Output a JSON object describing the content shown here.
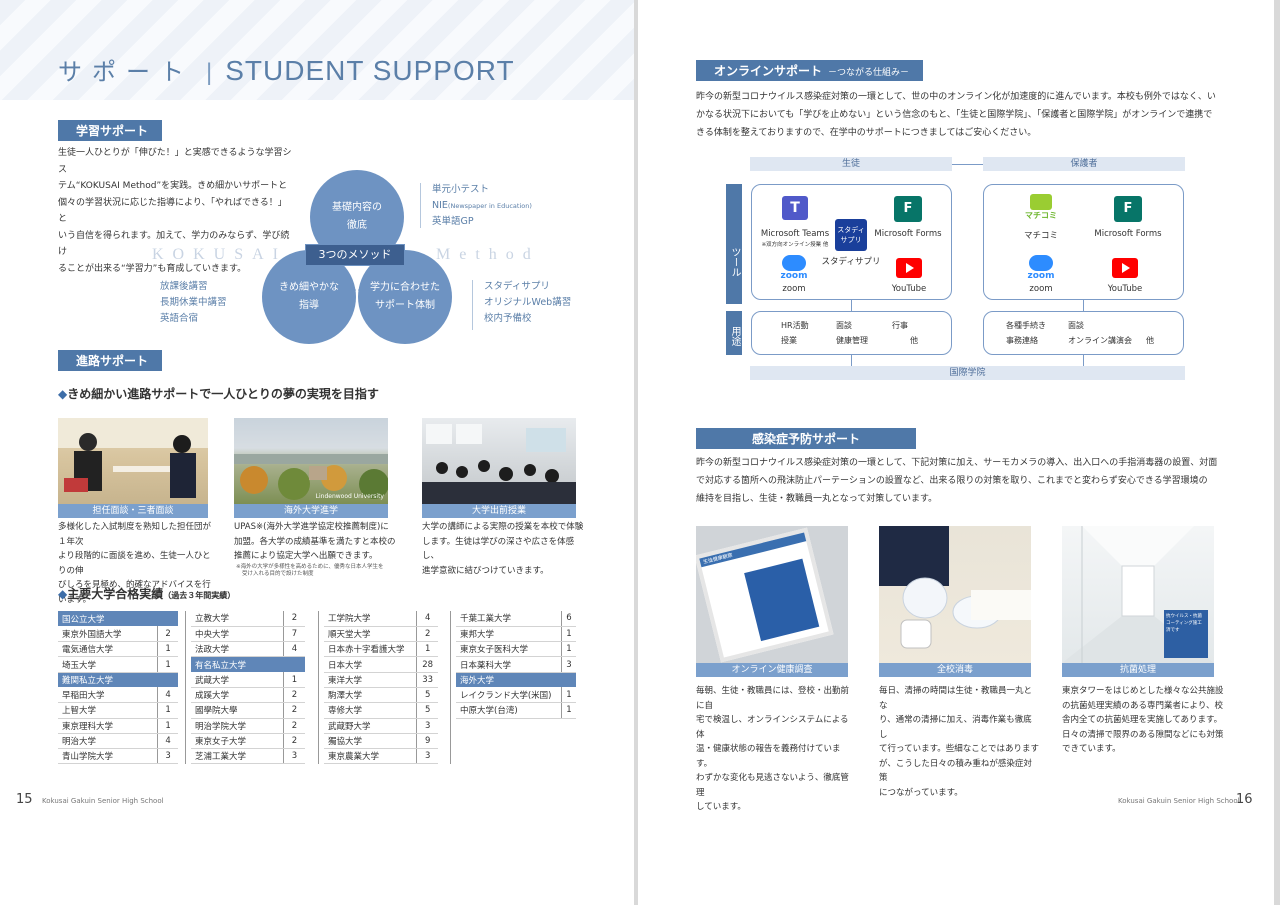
{
  "left": {
    "title_jp": "サポート",
    "title_sep": "|",
    "title_en": "STUDENT SUPPORT",
    "study": {
      "heading": "学習サポート",
      "body": [
        "生徒一人ひとりが「伸びた！」と実感できるような学習シス",
        "テム“KOKUSAI Method”を実践。きめ細かいサポートと",
        "個々の学習状況に応じた指導により、「やればできる！」と",
        "いう自信を得られます。加えて、学力のみならず、学び続け",
        "ることが出来る“学習力”も育成していきます。"
      ],
      "circle_top": [
        "基礎内容の",
        "徹底"
      ],
      "circle_left": [
        "きめ細やかな",
        "指導"
      ],
      "circle_right": [
        "学力に合わせた",
        "サポート体制"
      ],
      "method": "3つのメソッド",
      "wm_left": "KOKUSAI",
      "wm_right": "Method",
      "list_top": [
        "単元小テスト",
        "NIE",
        "(Newspaper in Education)",
        "英単語GP"
      ],
      "list_left": [
        "放課後講習",
        "長期休業中講習",
        "英語合宿"
      ],
      "list_right": [
        "スタディサプリ",
        "オリジナルWeb講習",
        "校内予備校"
      ]
    },
    "career": {
      "heading": "進路サポート",
      "sub": "きめ細かい進路サポートで一人ひとりの夢の実現を目指す",
      "photos": [
        {
          "caption": "担任面談・三者面談",
          "text": [
            "多様化した入試制度を熟知した担任団が１年次",
            "より段階的に面談を進め、生徒一人ひとりの伸",
            "びしろを見極め、的確なアドバイスを行います。"
          ]
        },
        {
          "caption": "海外大学進学",
          "text": [
            "UPAS※(海外大学進学協定校推薦制度)に",
            "加盟。各大学の成績基準を満たすと本校の",
            "推薦により協定大学へ出願できます。"
          ],
          "note": [
            "※海外の大学が多様性を高めるために、優秀な日本人学生を",
            "受け入れる目的で設けた制度"
          ],
          "watermark": "Lindenwood University"
        },
        {
          "caption": "大学出前授業",
          "text": [
            "大学の講師による実際の授業を本校で体験",
            "します。生徒は学びの深さや広さを体感し、",
            "進学意欲に結びつけていきます。"
          ]
        }
      ]
    },
    "results": {
      "heading": "主要大学合格実績",
      "heading_small": "（過去３年間実績）",
      "col1": [
        {
          "h": "国公立大学"
        },
        {
          "name": "東京外国語大学",
          "n": "2"
        },
        {
          "name": "電気通信大学",
          "n": "1"
        },
        {
          "name": "埼玉大学",
          "n": "1"
        },
        {
          "h": "難関私立大学"
        },
        {
          "name": "早稲田大学",
          "n": "4"
        },
        {
          "name": "上智大学",
          "n": "1"
        },
        {
          "name": "東京理科大学",
          "n": "1"
        },
        {
          "name": "明治大学",
          "n": "4"
        },
        {
          "name": "青山学院大学",
          "n": "3"
        }
      ],
      "col2": [
        {
          "name": "立教大学",
          "n": "2"
        },
        {
          "name": "中央大学",
          "n": "7"
        },
        {
          "name": "法政大学",
          "n": "4"
        },
        {
          "h": "有名私立大学"
        },
        {
          "name": "武蔵大学",
          "n": "1"
        },
        {
          "name": "成蹊大学",
          "n": "2"
        },
        {
          "name": "國學院大學",
          "n": "2"
        },
        {
          "name": "明治学院大学",
          "n": "2"
        },
        {
          "name": "東京女子大学",
          "n": "2"
        },
        {
          "name": "芝浦工業大学",
          "n": "3"
        }
      ],
      "col3": [
        {
          "name": "工学院大学",
          "n": "4"
        },
        {
          "name": "順天堂大学",
          "n": "2"
        },
        {
          "name": "日本赤十字看護大学",
          "n": "1"
        },
        {
          "name": "日本大学",
          "n": "28"
        },
        {
          "name": "東洋大学",
          "n": "33"
        },
        {
          "name": "駒澤大学",
          "n": "5"
        },
        {
          "name": "専修大学",
          "n": "5"
        },
        {
          "name": "武蔵野大学",
          "n": "3"
        },
        {
          "name": "獨協大学",
          "n": "9"
        },
        {
          "name": "東京農業大学",
          "n": "3"
        }
      ],
      "col4": [
        {
          "name": "千葉工業大学",
          "n": "6"
        },
        {
          "name": "東邦大学",
          "n": "1"
        },
        {
          "name": "東京女子医科大学",
          "n": "1"
        },
        {
          "name": "日本薬科大学",
          "n": "3"
        },
        {
          "h": "海外大学"
        },
        {
          "name": "レイクランド大学(米国)",
          "n": "1"
        },
        {
          "name": "中原大学(台湾)",
          "n": "1"
        }
      ]
    },
    "page_num": "15",
    "footer": "Kokusai Gakuin Senior High School"
  },
  "right": {
    "online": {
      "heading": "オンラインサポート",
      "heading_sub": "－つながる仕組み－",
      "body": [
        "昨今の新型コロナウイルス感染症対策の一環として、世の中のオンライン化が加速度的に進んでいます。本校も例外ではなく、い",
        "かなる状況下においても「学びを止めない」という信念のもと、「生徒と国際学院」、「保護者と国際学院」がオンラインで連携で",
        "きる体制を整えておりますので、在学中のサポートにつきましてはご安心ください。"
      ],
      "diagram": {
        "student": "生徒",
        "parent": "保護者",
        "tool_label": "ツール",
        "use_label": "用途",
        "school": "国際学院",
        "teams": "Microsoft Teams",
        "teams_note": "※双方向オンライン授業 他",
        "studysapuri_icon": "スタディサプリ",
        "studysapuri": "スタディサプリ",
        "forms": "Microsoft Forms",
        "zoom": "zoom",
        "zoom_logo": "zoom",
        "youtube": "YouTube",
        "machicomi": "マチコミ",
        "machicomi_logo": "マチコミ",
        "forms2": "Microsoft Forms",
        "zoom2": "zoom",
        "zoom2_logo": "zoom",
        "youtube2": "YouTube",
        "use_student": [
          [
            "HR活動",
            "面談",
            "行事"
          ],
          [
            "授業",
            "健康管理",
            "他"
          ]
        ],
        "use_parent": [
          [
            "各種手続き",
            "面談"
          ],
          [
            "事務連絡",
            "オンライン講演会",
            "他"
          ]
        ]
      }
    },
    "infection": {
      "heading": "感染症予防サポート",
      "body": [
        "昨今の新型コロナウイルス感染症対策の一環として、下記対策に加え、サーモカメラの導入、出入口への手指消毒器の設置、対面",
        "で対応する箇所への飛沫防止パーテーションの設置など、出来る限りの対策を取り、これまでと変わらず安心できる学習環境の",
        "維持を目指し、生徒・教職員一丸となって対策しています。"
      ],
      "photos": [
        {
          "caption": "オンライン健康調査",
          "text": [
            "毎朝、生徒・教職員には、登校・出勤前に自",
            "宅で検温し、オンラインシステムによる体",
            "温・健康状態の報告を義務付けています。",
            "わずかな変化も見逃さないよう、徹底管理",
            "しています。"
          ],
          "screen_title": "生徒健康観察"
        },
        {
          "caption": "全校消毒",
          "text": [
            "毎日、清掃の時間は生徒・教職員一丸とな",
            "り、通常の清掃に加え、消毒作業も徹底し",
            "て行っています。些細なことではあります",
            "が、こうした日々の積み重ねが感染症対策",
            "につながっています。"
          ]
        },
        {
          "caption": "抗菌処理",
          "text": [
            "東京タワーをはじめとした様々な公共施設",
            "の抗菌処理実績のある専門業者により、校",
            "舎内全ての抗菌処理を実施してあります。",
            "日々の清掃で限界のある隙間などにも対策",
            "できています。"
          ],
          "poster": [
            "抗ウイルス・抗菌",
            "コーティング施工済です"
          ]
        }
      ]
    },
    "page_num": "16",
    "footer": "Kokusai Gakuin Senior High School"
  },
  "colors": {
    "accent": "#4f78a8",
    "light_accent": "#7ba0cd",
    "circle": "#6e93c2"
  }
}
